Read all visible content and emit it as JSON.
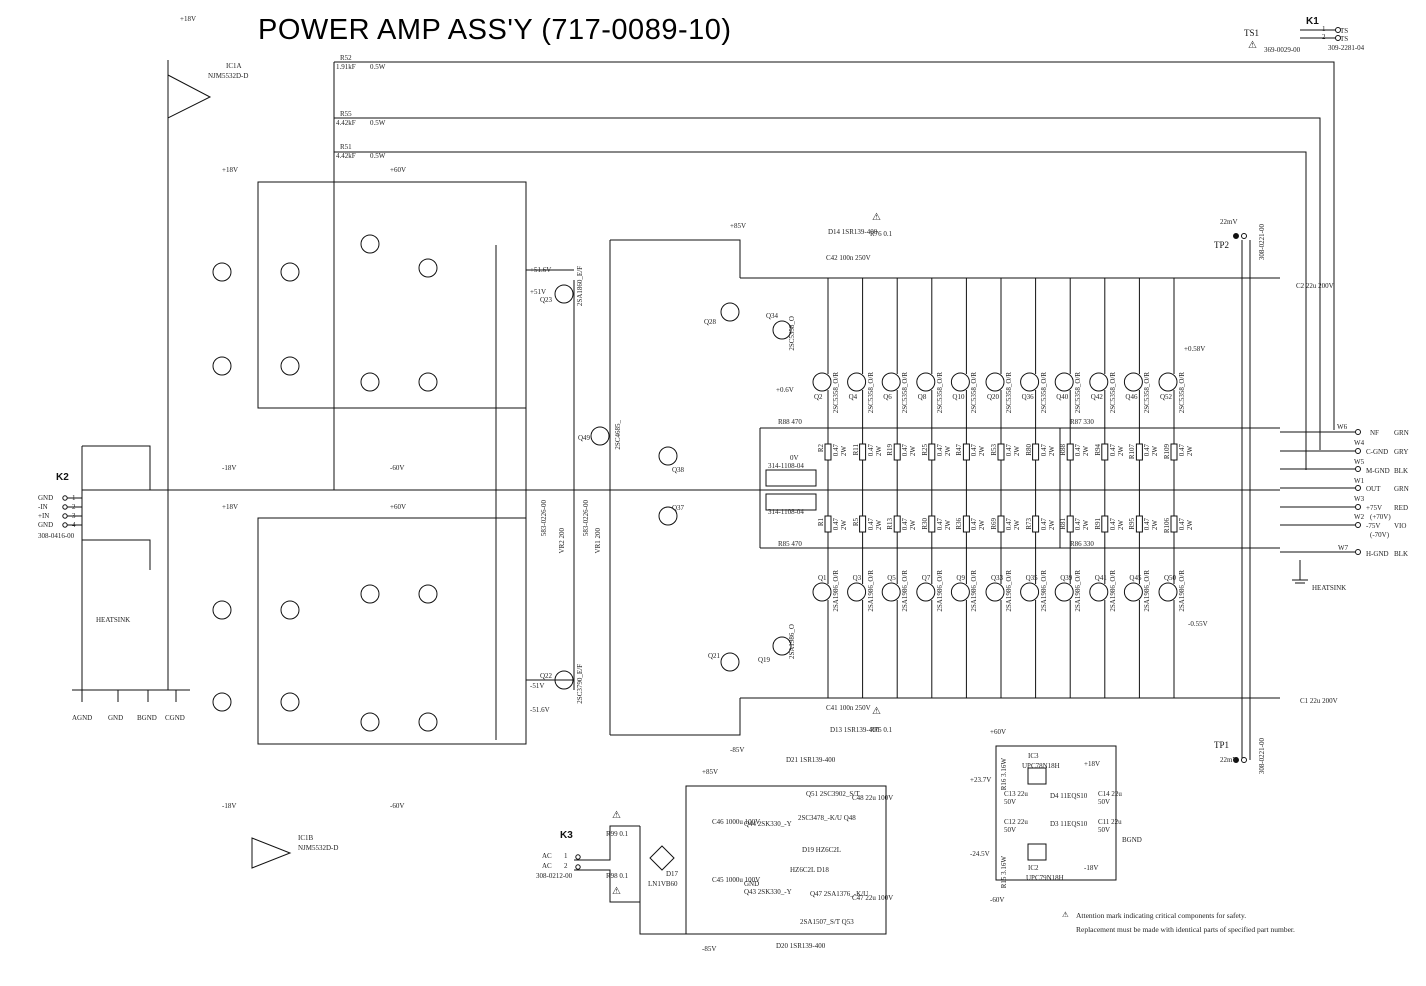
{
  "title": "POWER AMP ASS'Y (717-0089-10)",
  "connectors": {
    "k1": {
      "name": "K1",
      "pins": [
        "1",
        "2"
      ],
      "labels": [
        "TS",
        "TS"
      ],
      "part": "309-2281-04"
    },
    "ts1": {
      "name": "TS1",
      "part": "369-0029-00"
    },
    "k2": {
      "name": "K2",
      "pins": [
        "GND",
        "-IN",
        "+IN",
        "GND"
      ],
      "nums": [
        "1",
        "2",
        "3",
        "4"
      ],
      "part": "308-0416-00"
    },
    "k3": {
      "name": "K3",
      "pins": [
        "AC",
        "AC"
      ],
      "nums": [
        "1",
        "2"
      ],
      "part": "308-0212-00"
    },
    "tp2": {
      "name": "TP2",
      "value": "22mV",
      "part": "308-0221-00"
    },
    "tp1": {
      "name": "TP1",
      "value": "22mV",
      "part": "308-0221-00"
    }
  },
  "wires": [
    {
      "id": "W6",
      "sig": "NF",
      "color": "GRN"
    },
    {
      "id": "W4",
      "sig": "C-GND",
      "color": "GRY"
    },
    {
      "id": "W5",
      "sig": "M-GND",
      "color": "BLK"
    },
    {
      "id": "W1",
      "sig": "OUT",
      "color": "GRN"
    },
    {
      "id": "W3",
      "sig": "+75V",
      "color": "RED"
    },
    {
      "id": "W2",
      "sig": "-75V",
      "color": "VIO",
      "extra": "(+70V)",
      "extra2": "(-70V)"
    },
    {
      "id": "W7",
      "sig": "H-GND",
      "color": "BLK"
    }
  ],
  "grounds": [
    "AGND",
    "GND",
    "BGND",
    "CGND"
  ],
  "heatsink": "HEATSINK",
  "ic": {
    "ic1a": {
      "ref": "IC1A",
      "part": "NJM5532D-D"
    },
    "ic1b": {
      "ref": "IC1B",
      "part": "NJM5532D-D"
    },
    "ic3": {
      "ref": "IC3",
      "part": "UPC78N18H"
    },
    "ic2": {
      "ref": "IC2",
      "part": "UPC79N18H"
    }
  },
  "rails": {
    "p18": "+18V",
    "m18": "-18V",
    "p60": "+60V",
    "m60": "-60V",
    "p85": "+85V",
    "m85": "-85V"
  },
  "resistors_top": [
    {
      "ref": "R52",
      "val": "1.91kF",
      "w": "0.5W"
    },
    {
      "ref": "R55",
      "val": "4.42kF",
      "w": "0.5W"
    },
    {
      "ref": "R51",
      "val": "4.42kF",
      "w": "0.5W"
    }
  ],
  "output_top": {
    "labels": [
      "Q2",
      "Q4",
      "Q6",
      "Q8",
      "Q10",
      "Q20",
      "Q36",
      "Q40",
      "Q42",
      "Q46",
      "Q52"
    ],
    "part": "2SC5358_O/R"
  },
  "output_bottom": {
    "labels": [
      "Q1",
      "Q3",
      "Q5",
      "Q7",
      "Q9",
      "Q33",
      "Q35",
      "Q39",
      "Q41",
      "Q45",
      "Q50"
    ],
    "part": "2SA1986_O/R"
  },
  "emitter_res": {
    "top": [
      "R2",
      "R11",
      "R19",
      "R25",
      "R47",
      "R53",
      "R80",
      "R88",
      "R94",
      "R107",
      "R109"
    ],
    "bottom": [
      "R1",
      "R5",
      "R13",
      "R30",
      "R36",
      "R69",
      "R73",
      "R81",
      "R91",
      "R95",
      "R106"
    ],
    "val": "0.47",
    "w": "2W"
  },
  "misc_labels": {
    "rl1": "314-1108-04",
    "rl2": "314-1108-04",
    "vr1": "VR1 200",
    "vr2": "VR2 200",
    "vr1p": "583-0226-00",
    "vr2p": "583-0226-00",
    "ln": "LN1VB60",
    "d17": "D17",
    "v0": "0V",
    "v058": "+0.58V",
    "v06": "+0.6V",
    "vm055": "-0.55V",
    "c2": "C2 22u 200V",
    "c1": "C1 22u 200V",
    "r88": "R88 470",
    "r87": "R87 330",
    "r85": "R85 470",
    "r86": "R86 330",
    "q49": "Q49",
    "q49p": "2SC4685_",
    "q23": "Q23",
    "q23p": "2SA1860_E/F",
    "q22": "Q22",
    "q22p": "2SC3790_E/F",
    "q34": "Q34",
    "q34p": "2SC5358_O",
    "q19": "Q19",
    "q19p": "2SA1986_O",
    "q28": "Q28",
    "q21": "Q21",
    "q38": "Q38",
    "q37": "Q37",
    "d14": "D14 1SR139-400",
    "d13": "D13 1SR139-400",
    "r76": "R76 0.1",
    "r75": "R75 0.1",
    "c42": "C42 100n 250V",
    "c41": "C41 100n 250V",
    "v51": "+51.6V",
    "vm51": "-51.6V",
    "v51b": "+51V",
    "vm51b": "-51V"
  },
  "supply_section": {
    "r99": "R99 0.1",
    "r98": "R98 0.1",
    "c46": "C46 1000u 100V",
    "c45": "C45 1000u 100V",
    "q44": "Q44 2SK330_-Y",
    "q43": "Q43 2SK330_-Y",
    "q51": "Q51 2SC3902_S/T",
    "q48": "2SC3478_-K/U Q48",
    "q47": "Q47 2SA1376_-K/U",
    "q53": "2SA1507_S/T Q53",
    "d21": "D21 1SR139-400",
    "d20": "D20 1SR139-400",
    "d19": "D19 HZ6C2L",
    "d18": "HZ6C2L D18",
    "c48": "C48 22u 100V",
    "c47": "C47 22u 100V",
    "gnd": "GND"
  },
  "reg_section": {
    "v_in_p": "+60V",
    "v_in_m": "-60V",
    "v_out_p": "+18V",
    "v_out_m": "-18V",
    "v_mid_p": "+23.7V",
    "v_mid_m": "-24.5V",
    "r16": "R16 3.16W",
    "r15": "R15 3.16W",
    "c13": "C13 22u 50V",
    "c12": "C12 22u 50V",
    "c14": "C14 22u 50V",
    "c11": "C11 22u 50V",
    "d4": "D4 11EQS10",
    "d3": "D3 11EQS10",
    "bgnd": "BGND"
  },
  "notes": [
    "Attention mark indicating critical components for safety.",
    "Replacement must be made with identical parts of specified part number."
  ],
  "colors": {
    "ink": "#111111",
    "paper": "#ffffff"
  }
}
